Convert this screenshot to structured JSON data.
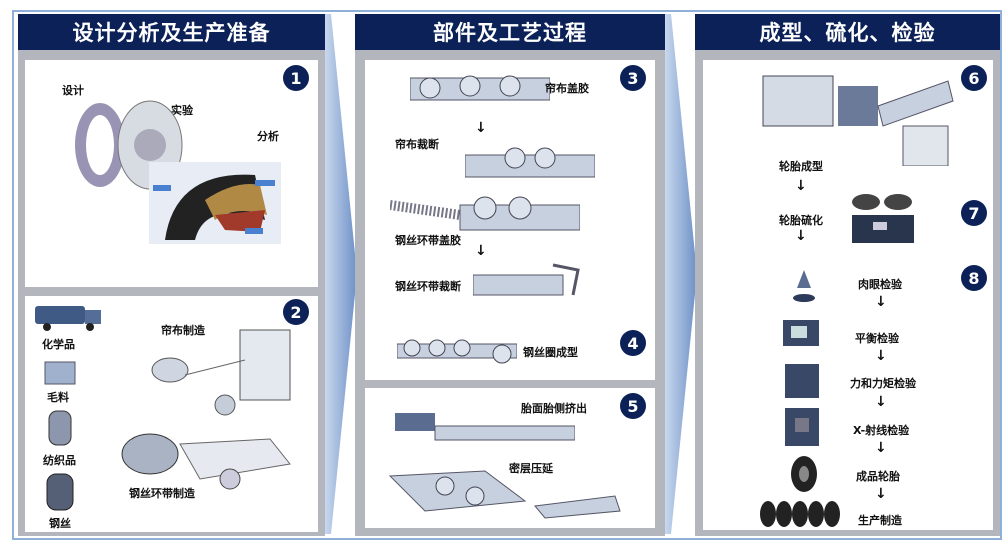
{
  "columns": [
    {
      "title": "设计分析及生产准备"
    },
    {
      "title": "部件及工艺过程"
    },
    {
      "title": "成型、硫化、检验"
    }
  ],
  "col1": {
    "badges": [
      "1",
      "2"
    ],
    "labels": {
      "design": "设计",
      "experiment": "实验",
      "analysis": "分析",
      "chemicals": "化学品",
      "rubber": "毛料",
      "textiles": "纺织品",
      "steel_wire": "钢丝",
      "cord_making": "帘布制造",
      "belt_making": "钢丝环带制造"
    }
  },
  "col2": {
    "badges": [
      "3",
      "4",
      "5"
    ],
    "labels": {
      "cord_coating": "帘布盖胶",
      "cord_cutting": "帘布裁断",
      "belt_coating": "钢丝环带盖胶",
      "belt_cutting": "钢丝环带裁断",
      "bead_forming": "钢丝圈成型",
      "tread_extrusion": "胎面胎侧挤出",
      "calendering": "密层压延"
    }
  },
  "col3": {
    "badges": [
      "6",
      "7",
      "8"
    ],
    "labels": {
      "building": "轮胎成型",
      "curing": "轮胎硫化",
      "visual": "肉眼检验",
      "balance": "平衡检验",
      "force": "力和力矩检验",
      "xray": "X-射线检验",
      "finished": "成品轮胎",
      "production": "生产制造"
    }
  },
  "colors": {
    "navy": "#0b2157",
    "panel_gray": "#b3b6bd",
    "arrow_blue": "#7a9ccc"
  }
}
